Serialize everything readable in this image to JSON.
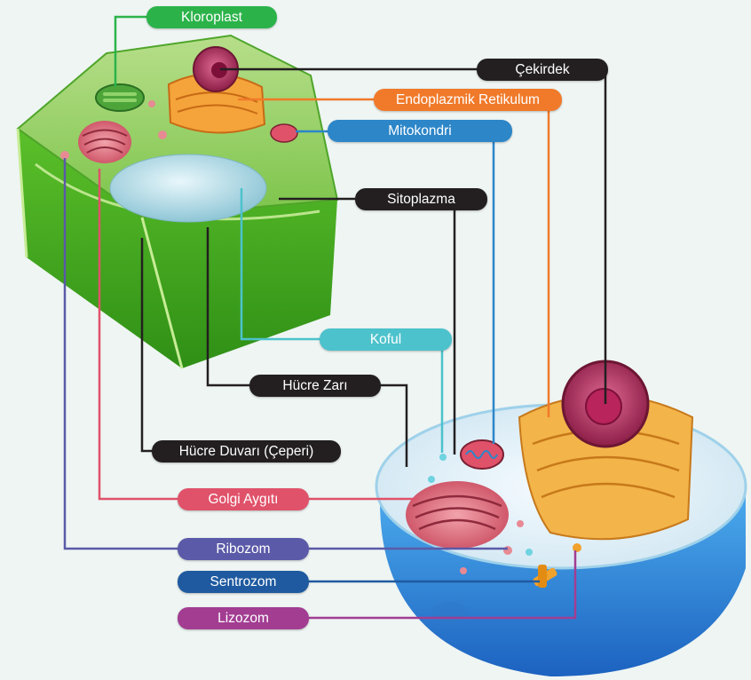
{
  "labels": {
    "kloroplast": "Kloroplast",
    "cekirdek": "Çekirdek",
    "endoplazmik_retikulum": "Endoplazmik Retikulum",
    "mitokondri": "Mitokondri",
    "sitoplazma": "Sitoplazma",
    "koful": "Koful",
    "hucre_zari": "Hücre Zarı",
    "hucre_duvari": "Hücre Duvarı (Çeperi)",
    "golgi_aygiti": "Golgi Aygıtı",
    "ribozom": "Ribozom",
    "sentrozom": "Sentrozom",
    "lizozom": "Lizozom"
  },
  "colors": {
    "kloroplast": "#2bb34a",
    "cekirdek": "#231f20",
    "endoplazmik_retikulum": "#f07a2a",
    "mitokondri": "#2c86c8",
    "sitoplazma": "#231f20",
    "koful": "#4cc2cc",
    "hucre_zari": "#231f20",
    "hucre_duvari": "#231f20",
    "golgi_aygiti": "#e0526a",
    "ribozom": "#5b5aa8",
    "sentrozom": "#1f5aa0",
    "lizozom": "#a23d92"
  }
}
